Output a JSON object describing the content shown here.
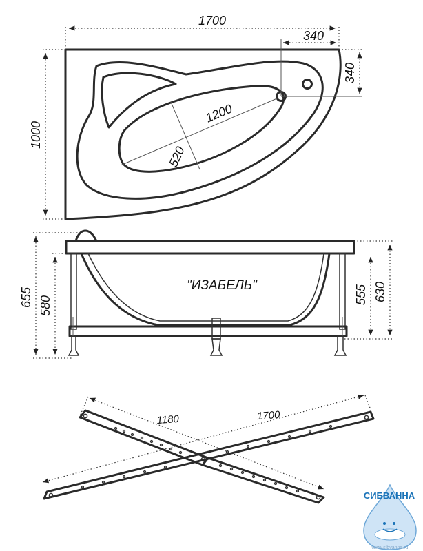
{
  "top_view": {
    "total_length": "1700",
    "corner_offset": "340",
    "corner_depth": "340",
    "total_width": "1000",
    "inner_length": "1200",
    "inner_width": "520"
  },
  "side_view": {
    "model_name": "\"ИЗАБЕЛЬ\"",
    "height_left_outer": "655",
    "height_left_inner": "580",
    "height_right_inner": "555",
    "height_right_outer": "630"
  },
  "frame_view": {
    "short_rail": "1180",
    "long_rail": "1700"
  },
  "logo": {
    "brand": "СИБВАННА",
    "site": "www.sibvanna.ru"
  }
}
